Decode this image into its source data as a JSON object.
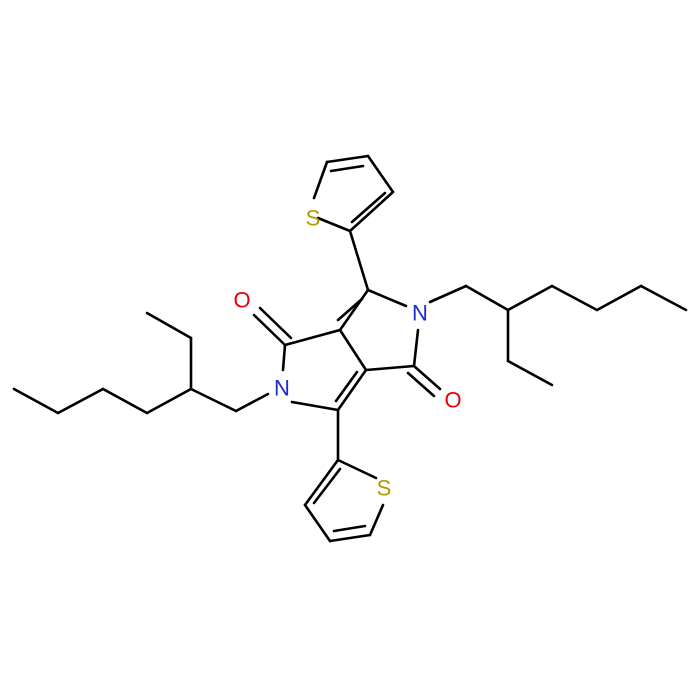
{
  "molecule": {
    "atoms": [
      {
        "id": "S1",
        "label": "S",
        "color": "#b59800"
      },
      {
        "id": "S2",
        "label": "S",
        "color": "#b59800"
      },
      {
        "id": "O1",
        "label": "O",
        "color": "#e8000b"
      },
      {
        "id": "O2",
        "label": "O",
        "color": "#e8000b"
      },
      {
        "id": "N1",
        "label": "N",
        "color": "#1b2ccf"
      },
      {
        "id": "N2",
        "label": "N",
        "color": "#1b2ccf"
      }
    ],
    "bond_color": "#000000"
  }
}
